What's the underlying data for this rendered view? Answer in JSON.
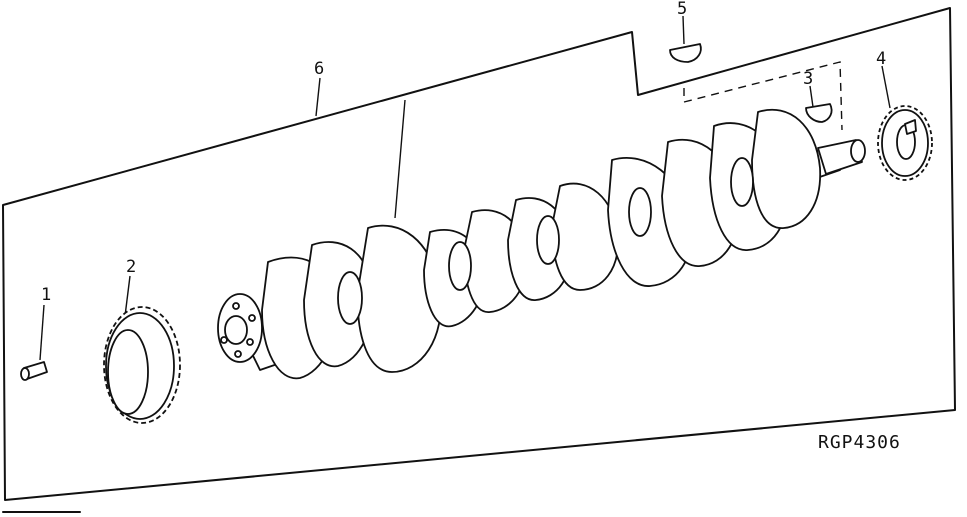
{
  "diagram": {
    "reference_code": "RGP4306",
    "callouts": [
      {
        "number": "1",
        "part": "dowel-pin"
      },
      {
        "number": "2",
        "part": "crankshaft-gear"
      },
      {
        "number": "3",
        "part": "woodruff-key"
      },
      {
        "number": "4",
        "part": "front-gear"
      },
      {
        "number": "5",
        "part": "woodruff-key"
      },
      {
        "number": "6",
        "part": "crankshaft"
      }
    ]
  }
}
